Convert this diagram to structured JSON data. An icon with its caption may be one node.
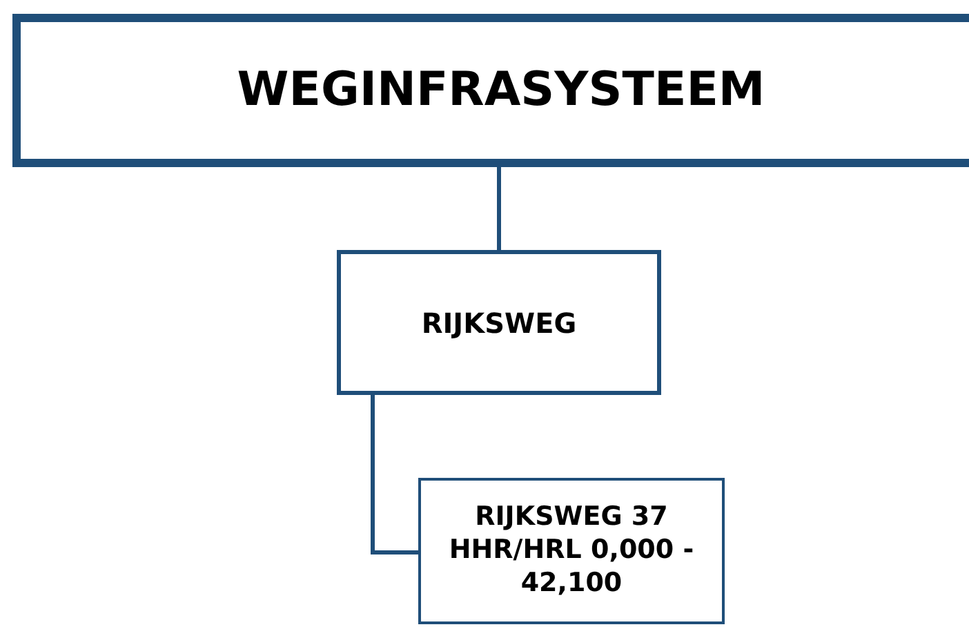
{
  "diagram": {
    "nodes": [
      {
        "text": [
          "WEGINFRASYSTEEM"
        ]
      },
      {
        "text": [
          "RIJKSWEG"
        ]
      },
      {
        "text": [
          "RIJKSWEG 37 HHR/HRL 0,000 - 42,100"
        ]
      }
    ],
    "edges": [
      {
        "from": 0,
        "to": 1,
        "arrow": "none"
      },
      {
        "from": 1,
        "to": 2,
        "arrow": "none"
      }
    ]
  }
}
